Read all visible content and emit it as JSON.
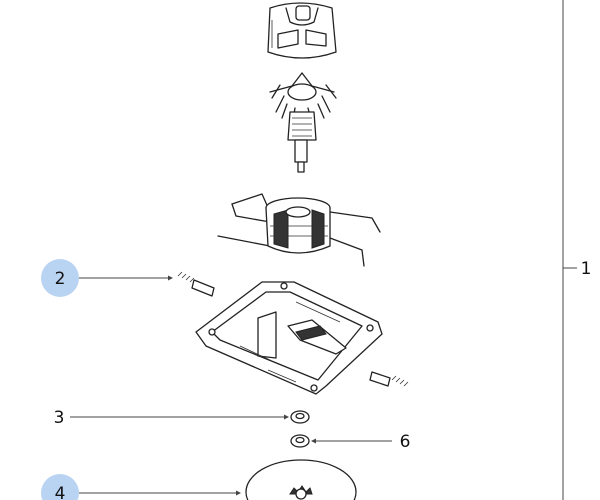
{
  "callouts": [
    {
      "id": "1",
      "label": "1",
      "highlighted": false
    },
    {
      "id": "2",
      "label": "2",
      "highlighted": true
    },
    {
      "id": "3",
      "label": "3",
      "highlighted": false
    },
    {
      "id": "4",
      "label": "4",
      "highlighted": true
    },
    {
      "id": "6",
      "label": "6",
      "highlighted": false
    }
  ],
  "parts": [
    {
      "name": "motor-cover"
    },
    {
      "name": "armature-rotor"
    },
    {
      "name": "field-stator"
    },
    {
      "name": "carbon-brush"
    },
    {
      "name": "brush-holder-plate"
    },
    {
      "name": "washer"
    },
    {
      "name": "bearing-washer"
    },
    {
      "name": "fan-disc"
    }
  ],
  "colors": {
    "highlight": "#b9d3f3",
    "line": "#222222"
  }
}
